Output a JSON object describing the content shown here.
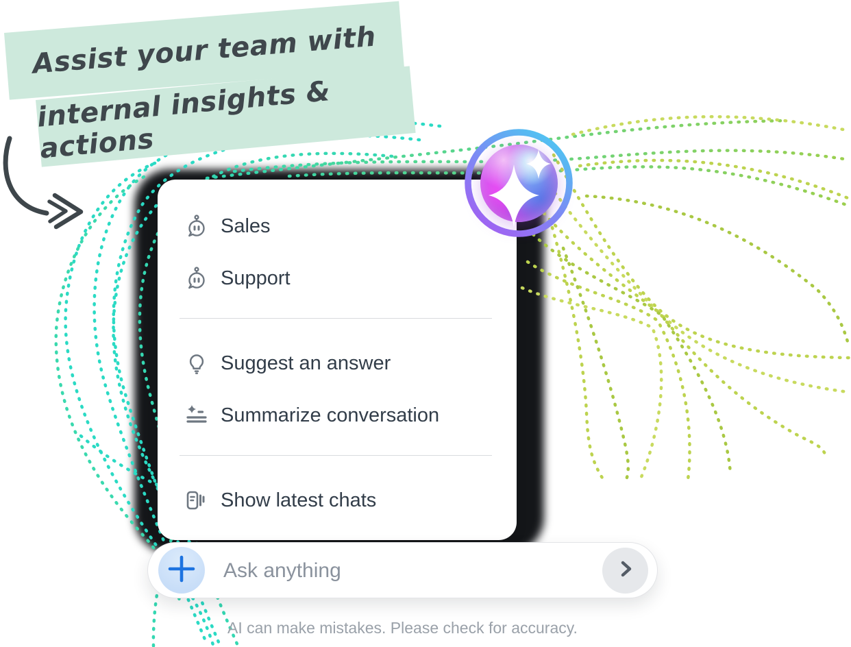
{
  "headline": {
    "line1": "Assist your team with",
    "line2": "internal insights & actions"
  },
  "menu": {
    "groups": [
      {
        "items": [
          {
            "label": "Sales",
            "icon": "bot-icon"
          },
          {
            "label": "Support",
            "icon": "bot-icon"
          }
        ]
      },
      {
        "items": [
          {
            "label": "Suggest an answer",
            "icon": "lightbulb-icon"
          },
          {
            "label": "Summarize conversation",
            "icon": "summarize-icon"
          }
        ]
      },
      {
        "items": [
          {
            "label": "Show latest chats",
            "icon": "chats-icon"
          }
        ]
      }
    ]
  },
  "input": {
    "placeholder": "Ask anything",
    "attach_icon": "plus-icon",
    "send_icon": "chevron-right-icon"
  },
  "footer": {
    "disclaimer": "AI can make mistakes. Please check for accuracy."
  },
  "assistant": {
    "avatar_icon": "ai-sparkle-orb"
  },
  "colors": {
    "headline_bg": "#cde9dc",
    "headline_text": "#3f474c",
    "teal_strand": "#2bdac4",
    "lime_strand": "#bdd34f",
    "menu_text": "#323d49",
    "menu_icon": "#6e7781",
    "divider": "#d9dbde",
    "backdrop": "#141619",
    "plus_blue": "#1d73e0",
    "plus_circle": "#c7ddf8",
    "send_circle": "#e6e8eb",
    "placeholder": "#8a929d",
    "disclaimer": "#9aa1a9",
    "orb_magenta": "#d24def",
    "orb_blue": "#5fb8f4",
    "ring_cyan": "#4cc9f1",
    "ring_purple": "#a35ef2"
  }
}
